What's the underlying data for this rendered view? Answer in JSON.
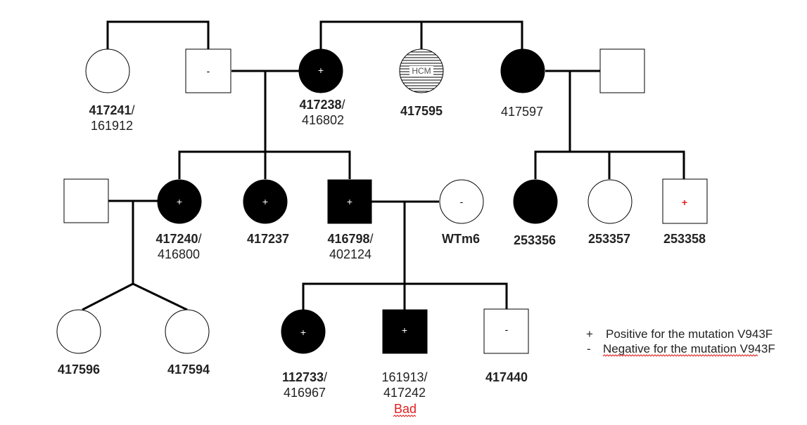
{
  "colors": {
    "affected": "#000000",
    "unaffected": "#ffffff",
    "line": "#000000",
    "red_mark": "#e02020"
  },
  "people": {
    "p417241": {
      "shape": "circle",
      "fill": "unaffected",
      "mark": "",
      "id_main": "417241",
      "id_sep": "/",
      "id_second": "161912",
      "bold_main": true
    },
    "pdadA": {
      "shape": "square",
      "fill": "unaffected",
      "mark": "-"
    },
    "p417238": {
      "shape": "circle",
      "fill": "affected",
      "mark": "+",
      "id_main": "417238",
      "id_sep": "/",
      "id_second": "416802",
      "bold_main": true
    },
    "p417595": {
      "shape": "circle",
      "fill": "hatched",
      "mark": "HCM",
      "id_main": "417595",
      "bold_main": true
    },
    "p417597": {
      "shape": "circle",
      "fill": "affected",
      "mark": "",
      "id_main": "417597",
      "bold_main": false
    },
    "pdadB": {
      "shape": "square",
      "fill": "unaffected",
      "mark": ""
    },
    "pspouseC": {
      "shape": "square",
      "fill": "unaffected",
      "mark": ""
    },
    "p417240": {
      "shape": "circle",
      "fill": "affected",
      "mark": "+",
      "id_main": "417240",
      "id_sep": "/",
      "id_second": "416800",
      "bold_main": true
    },
    "p417237": {
      "shape": "circle",
      "fill": "affected",
      "mark": "+",
      "id_main": "417237",
      "bold_main": true
    },
    "p416798": {
      "shape": "square",
      "fill": "affected",
      "mark": "+",
      "id_main": "416798",
      "id_sep": "/",
      "id_second": "402124",
      "bold_main": true
    },
    "pWTm6": {
      "shape": "circle",
      "fill": "unaffected",
      "mark": "-",
      "id_main": "WTm6",
      "bold_main": true
    },
    "p253356": {
      "shape": "circle",
      "fill": "affected",
      "mark": "",
      "id_main": "253356",
      "bold_main": true
    },
    "p253357": {
      "shape": "circle",
      "fill": "unaffected",
      "mark": "",
      "id_main": "253357",
      "bold_main": true
    },
    "p253358": {
      "shape": "square",
      "fill": "unaffected",
      "mark": "+",
      "mark_color": "red",
      "id_main": "253358",
      "bold_main": true
    },
    "p417596": {
      "shape": "circle",
      "fill": "unaffected",
      "mark": "",
      "id_main": "417596",
      "bold_main": true
    },
    "p417594": {
      "shape": "circle",
      "fill": "unaffected",
      "mark": "",
      "id_main": "417594",
      "bold_main": true
    },
    "p112733": {
      "shape": "circle",
      "fill": "affected",
      "mark": "+",
      "id_main": "112733",
      "id_sep": "/",
      "id_second": "416967",
      "bold_main": true
    },
    "p161913": {
      "shape": "square",
      "fill": "affected",
      "mark": "+",
      "id_main": "161913/",
      "id_second": "417242",
      "note": "Bad",
      "bold_main": false
    },
    "p417440": {
      "shape": "square",
      "fill": "unaffected",
      "mark": "-",
      "id_main": "417440",
      "bold_main": true
    }
  },
  "legend": {
    "plus_symbol": "+",
    "plus_text": "Positive for the mutation V943F",
    "minus_symbol": "-",
    "minus_text": "Negative for the mutation V943F"
  }
}
